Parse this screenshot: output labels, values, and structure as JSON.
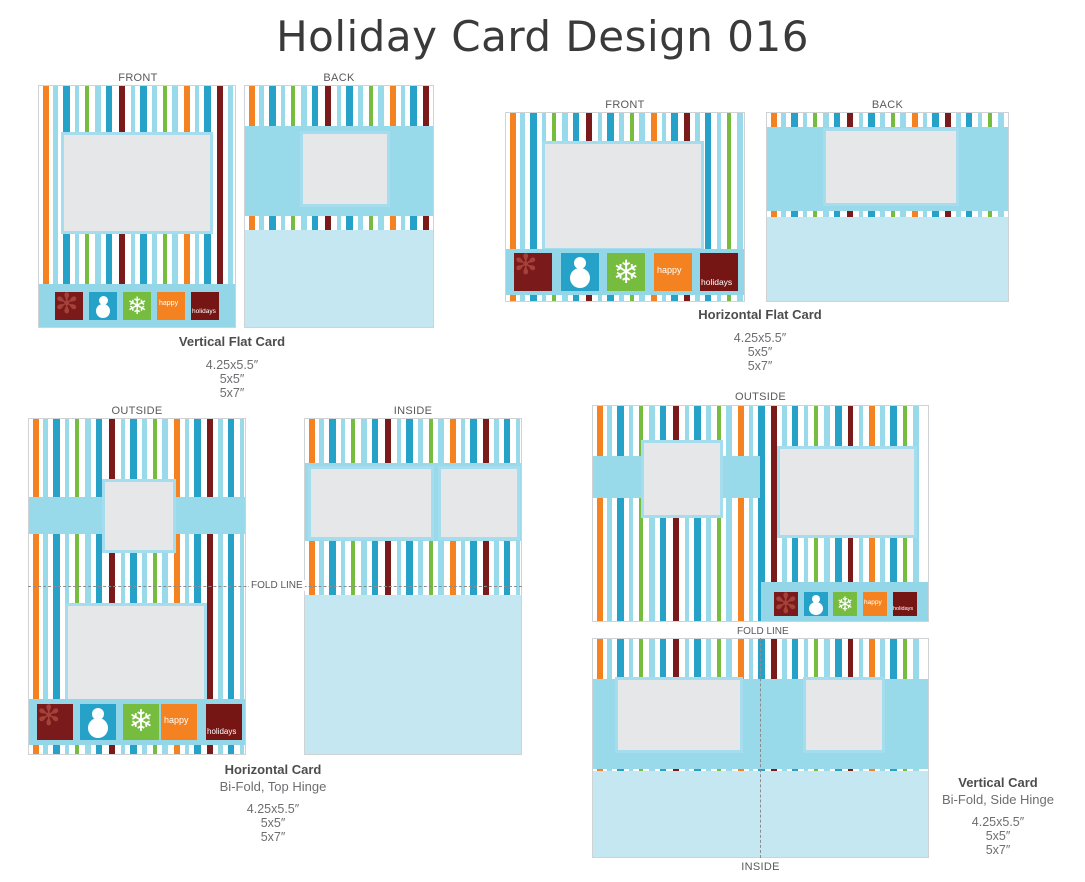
{
  "title": "Holiday Card Design 016",
  "colors": {
    "blue": "#26a2c8",
    "light_blue": "#98d9ea",
    "pale_blue": "#c4e7f1",
    "orange": "#f58220",
    "green": "#76bc3f",
    "maroon": "#7b1a1a",
    "gray": "#e6e7e8"
  },
  "labels": {
    "front": "FRONT",
    "back": "BACK",
    "outside": "OUTSIDE",
    "inside": "INSIDE",
    "fold_line": "FOLD LINE"
  },
  "tiles": {
    "happy": "happy",
    "holidays": "holidays",
    "icons": [
      "poinsettia-icon",
      "snowman-icon",
      "snowflake-icon"
    ]
  },
  "vertical_flat": {
    "name": "Vertical Flat Card",
    "sizes": [
      "4.25x5.5″",
      "5x5″",
      "5x7″"
    ]
  },
  "horizontal_flat": {
    "name": "Horizontal Flat Card",
    "sizes": [
      "4.25x5.5″",
      "5x5″",
      "5x7″"
    ]
  },
  "horizontal_bifold": {
    "name": "Horizontal Card",
    "subtitle": "Bi-Fold, Top Hinge",
    "sizes": [
      "4.25x5.5″",
      "5x5″",
      "5x7″"
    ]
  },
  "vertical_bifold": {
    "name": "Vertical Card",
    "subtitle": "Bi-Fold, Side Hinge",
    "sizes": [
      "4.25x5.5″",
      "5x5″",
      "5x7″"
    ]
  }
}
